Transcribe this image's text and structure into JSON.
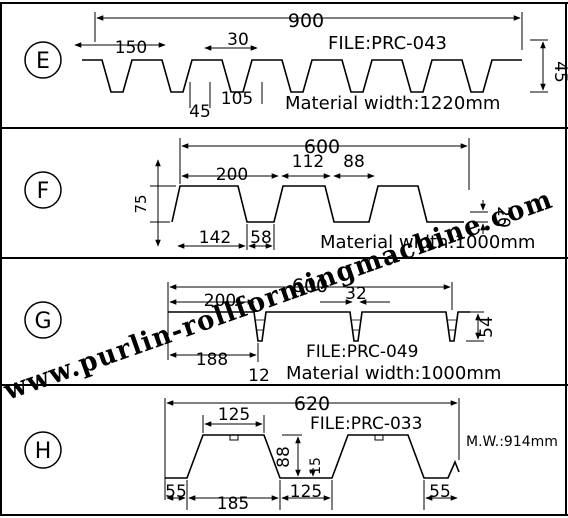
{
  "panels": [
    {
      "letter": "E",
      "file": "FILE:PRC-043",
      "material": "Material width:1220mm",
      "dims": {
        "overall": "900",
        "pitch_part": "150",
        "top": "30",
        "bottom": "45",
        "gap": "105",
        "height": "45"
      }
    },
    {
      "letter": "F",
      "material": "Material width:1000mm",
      "dims": {
        "overall": "600",
        "top_a": "200",
        "top_b": "112",
        "top_c": "88",
        "height": "75",
        "bottom_a": "142",
        "bottom_b": "58",
        "rib": "20"
      }
    },
    {
      "letter": "G",
      "file": "FILE:PRC-049",
      "material": "Material width:1000mm",
      "dims": {
        "overall": "600",
        "top_a": "200",
        "top_b": "32",
        "height": "54",
        "bottom_a": "188",
        "bottom_b": "12"
      }
    },
    {
      "letter": "H",
      "file": "FILE:PRC-033",
      "material": "M.W.:914mm",
      "dims": {
        "overall": "620",
        "top": "125",
        "height": "88",
        "small": "15",
        "b1": "55",
        "b2": "185",
        "b3": "125",
        "b4": "55"
      }
    }
  ],
  "watermark": "www.purlin-rollformingmachine.com"
}
